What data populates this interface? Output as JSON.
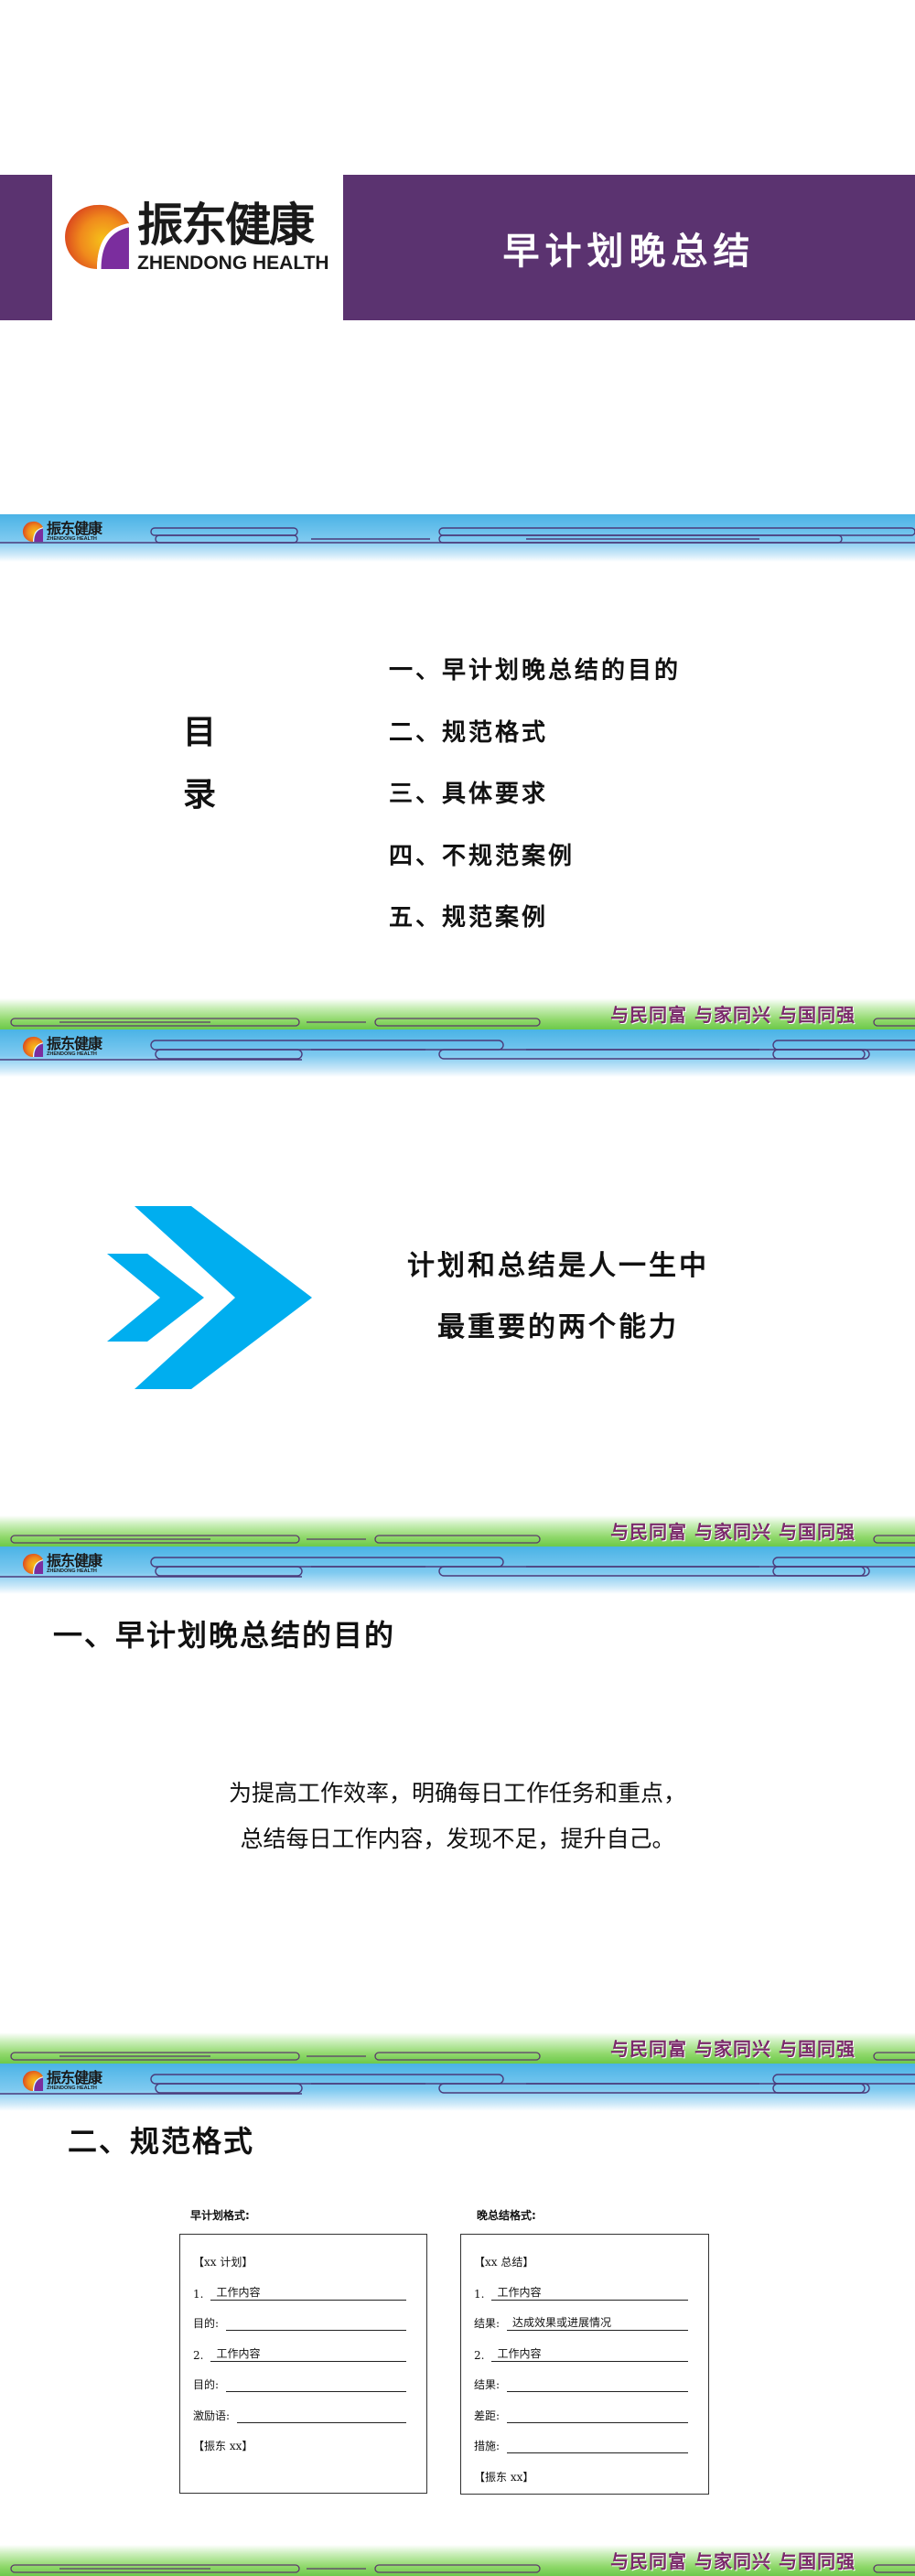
{
  "brand": {
    "name_cn": "振东健康",
    "name_en": "ZHENDONG HEALTH",
    "colors": {
      "purple": "#5b3370",
      "logo_orange": "#e8561e",
      "logo_yellow": "#f6b21a",
      "logo_purple": "#7b2d9e",
      "header_blue": "#4ab3e6",
      "footer_green": "#6cc94a",
      "chevron_blue": "#00aeef",
      "slogan": "#7a2a6a"
    }
  },
  "slogan": "与民同富 与家同兴 与国同强",
  "cover": {
    "title": "早计划晚总结"
  },
  "toc": {
    "label_chars": [
      "目",
      "录"
    ],
    "items": [
      "一、早计划晚总结的目的",
      "二、规范格式",
      "三、具体要求",
      "四、不规范案例",
      "五、规范案例"
    ]
  },
  "quote": {
    "lines": [
      "计划和总结是人一生中",
      "最重要的两个能力"
    ]
  },
  "purpose": {
    "title": "一、早计划晚总结的目的",
    "lines": [
      "为提高工作效率，明确每日工作任务和重点，",
      "总结每日工作内容，发现不足，提升自己。"
    ]
  },
  "format": {
    "title": "二、规范格式",
    "morning": {
      "title": "早计划格式:",
      "header": "【xx 计划】",
      "rows": [
        {
          "label": "1.",
          "value": "工作内容"
        },
        {
          "label": "目的:",
          "value": ""
        },
        {
          "label": "2.",
          "value": "工作内容"
        },
        {
          "label": "目的:",
          "value": ""
        },
        {
          "label": "激励语:",
          "value": ""
        }
      ],
      "footer": "【振东 xx】"
    },
    "evening": {
      "title": "晚总结格式:",
      "header": "【xx 总结】",
      "rows": [
        {
          "label": "1.",
          "value": "工作内容"
        },
        {
          "label": "结果:",
          "value": "达成效果或进展情况"
        },
        {
          "label": "2.",
          "value": "工作内容"
        },
        {
          "label": "结果:",
          "value": ""
        },
        {
          "label": "差距:",
          "value": ""
        },
        {
          "label": "措施:",
          "value": ""
        }
      ],
      "footer": "【振东 xx】"
    }
  }
}
